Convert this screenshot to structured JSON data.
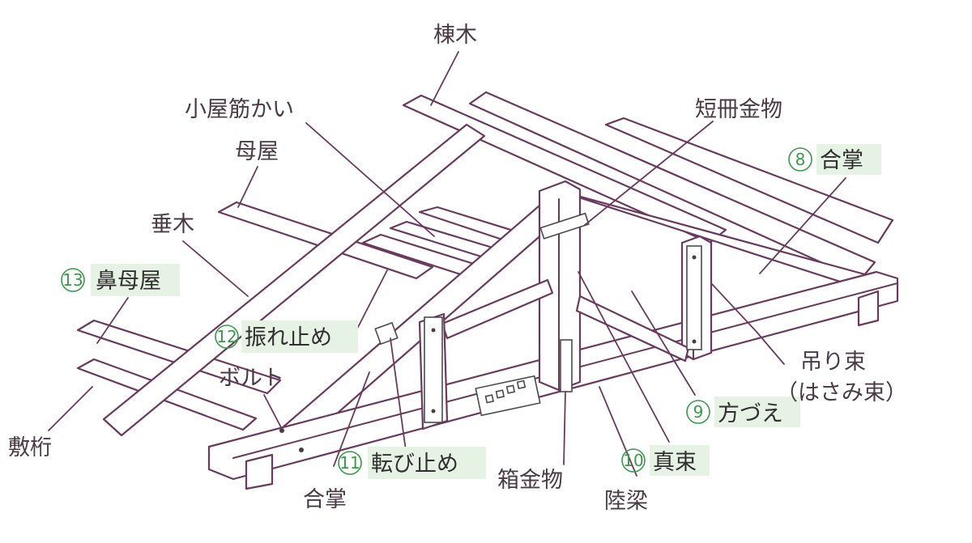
{
  "labels": {
    "munagi": "棟木",
    "koya_sujikai": "小屋筋かい",
    "tanzaku": "短冊金物",
    "moya": "母屋",
    "taruki": "垂木",
    "gassho_top": "合掌",
    "bimoya": "鼻母屋",
    "furedome": "振れ止め",
    "bolt": "ボルト",
    "shiketa": "敷桁",
    "tsuritsuka_1": "吊り束",
    "tsuritsuka_2": "（はさみ束）",
    "hozue": "方づえ",
    "shinzuka": "真束",
    "korobidome": "転び止め",
    "hakokanamono": "箱金物",
    "gassho_bottom": "合掌",
    "rikubari": "陸梁"
  },
  "numbers": {
    "n8": "8",
    "n9": "9",
    "n10": "10",
    "n11": "11",
    "n12": "12",
    "n13": "13"
  },
  "colors": {
    "line": "#6a3a5e",
    "text": "#4a3a44",
    "highlight": "#e6f2e3",
    "number": "#3a9a4a"
  }
}
